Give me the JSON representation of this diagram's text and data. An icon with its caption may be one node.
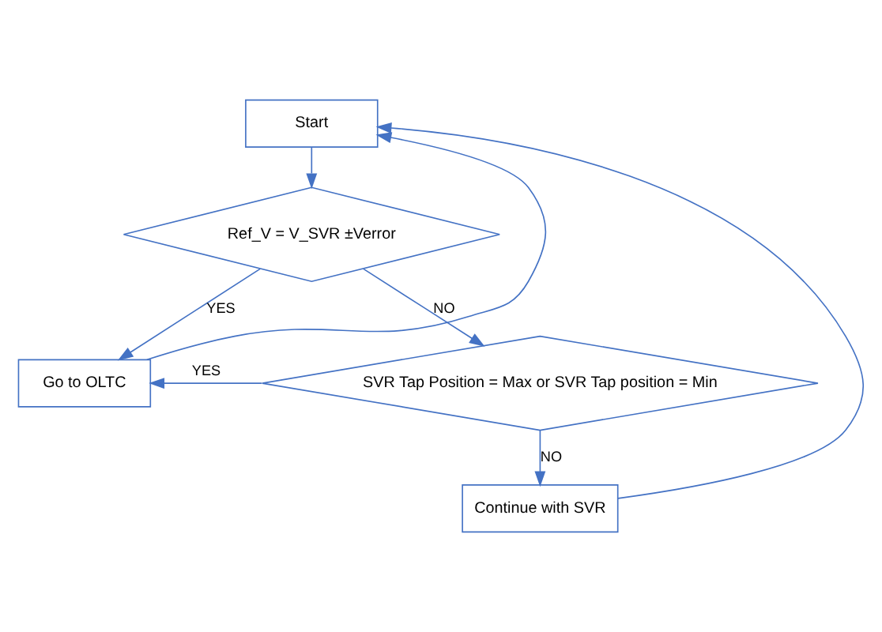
{
  "diagram": {
    "nodes": [
      {
        "text": [
          "Start"
        ]
      },
      {
        "text": [
          "Ref_V = V_SVR ±Verror"
        ]
      },
      {
        "text": [
          "Go to OLTC"
        ]
      },
      {
        "text": [
          "SVR Tap Position = Max or SVR Tap position = Min"
        ]
      },
      {
        "text": [
          "Continue with SVR"
        ]
      }
    ],
    "edges": [
      {
        "from": 0,
        "to": 1,
        "arrow": "to"
      },
      {
        "from": 1,
        "to": 3,
        "arrow": "to",
        "label": "NO"
      },
      {
        "from": 1,
        "to": 2,
        "arrow": "to",
        "label": "YES"
      },
      {
        "from": 3,
        "to": 2,
        "arrow": "to",
        "label": "YES"
      },
      {
        "from": 3,
        "to": 4,
        "arrow": "to",
        "label": "NO"
      },
      {
        "from": 4,
        "to": 0,
        "arrow": "to"
      },
      {
        "from": 2,
        "to": 0,
        "arrow": "to"
      }
    ]
  }
}
